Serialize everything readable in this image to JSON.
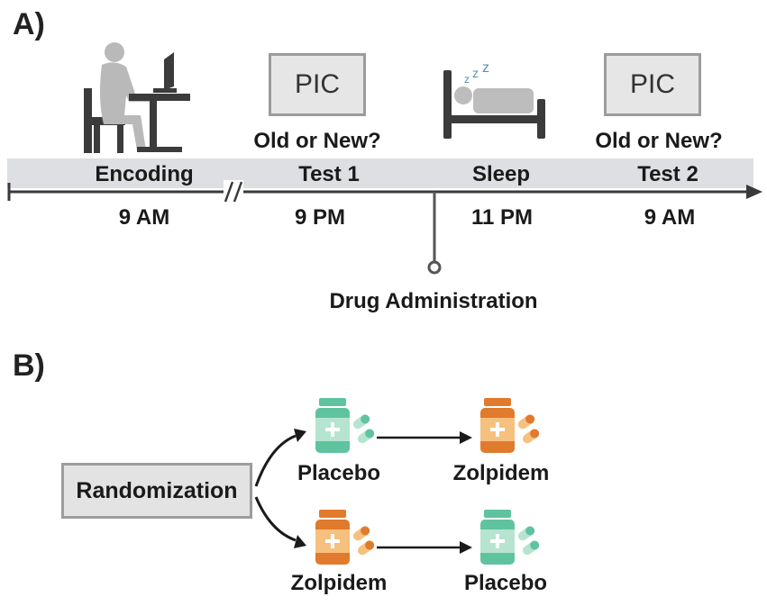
{
  "panel_a": {
    "label": "A)",
    "pic_left": "PIC",
    "pic_right": "PIC",
    "question_left": "Old or New?",
    "question_right": "Old or New?",
    "events": [
      {
        "name": "Encoding",
        "time": "9 AM"
      },
      {
        "name": "Test 1",
        "time": "9 PM"
      },
      {
        "name": "Sleep",
        "time": "11 PM"
      },
      {
        "name": "Test 2",
        "time": "9 AM"
      }
    ],
    "break_mark": "//",
    "drug_label": "Drug Administration",
    "icons": [
      "person-at-computer-icon",
      "bed-sleeping-icon"
    ],
    "colors": {
      "timeline_band": "#dddfe3",
      "axis": "#3a3a3a"
    }
  },
  "panel_b": {
    "label": "B)",
    "randomization": "Randomization",
    "arm_top": {
      "first": "Placebo",
      "second": "Zolpidem"
    },
    "arm_bottom": {
      "first": "Zolpidem",
      "second": "Placebo"
    },
    "icons": [
      "placebo-bottle-icon",
      "zolpidem-bottle-icon"
    ],
    "colors": {
      "placebo": "#5fc3a0",
      "zolpidem": "#e07a2c"
    }
  }
}
